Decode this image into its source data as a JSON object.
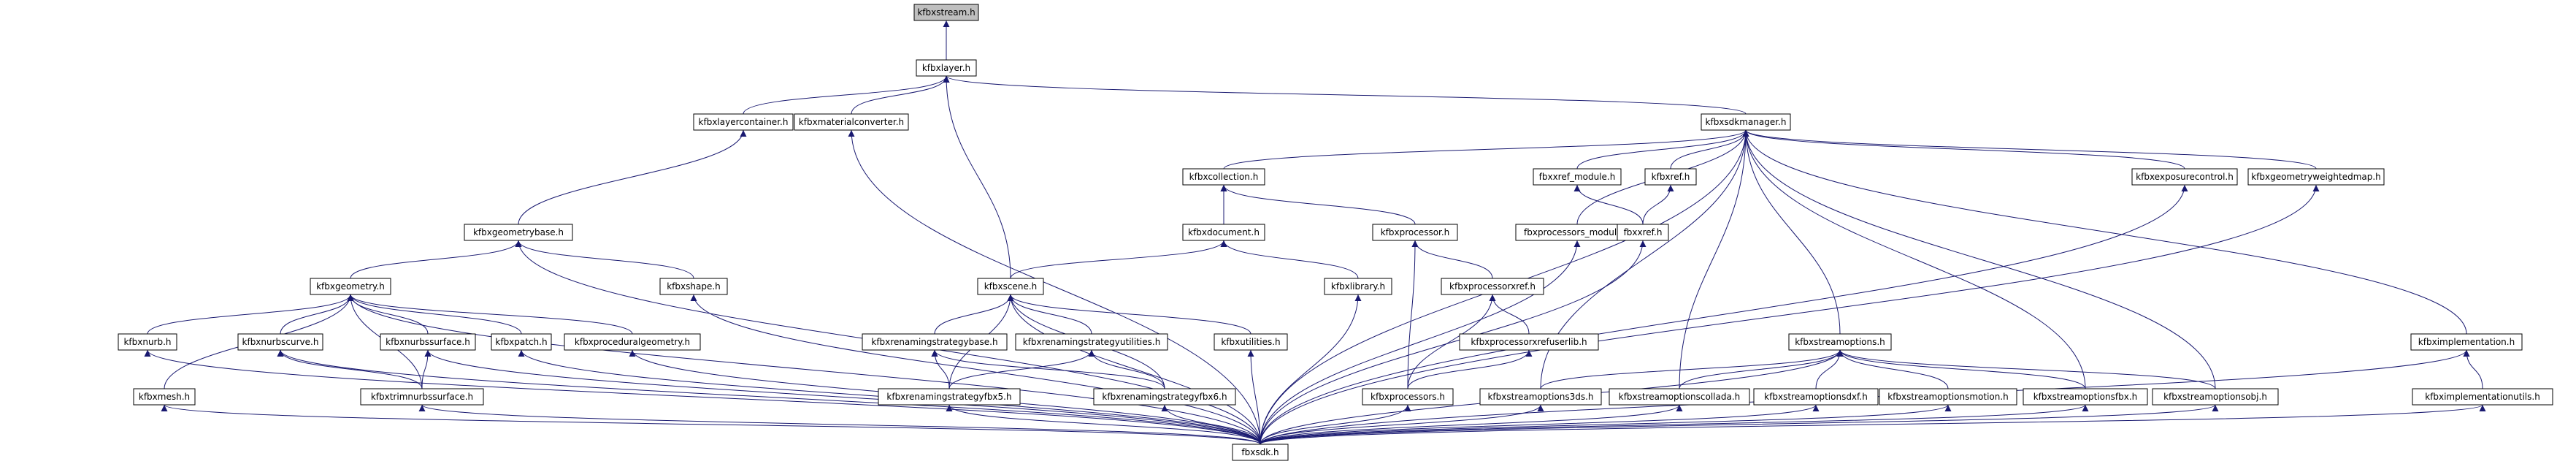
{
  "colors": {
    "node_fill": "#ffffff",
    "root_fill": "#bfbfbf",
    "edge": "#191970",
    "background": "#ffffff"
  },
  "nodes": [
    {
      "id": "kfbxstream",
      "label": "kfbxstream.h",
      "root": true
    },
    {
      "id": "kfbxlayer",
      "label": "kfbxlayer.h"
    },
    {
      "id": "kfbxlayercontainer",
      "label": "kfbxlayercontainer.h"
    },
    {
      "id": "kfbxmaterialconverter",
      "label": "kfbxmaterialconverter.h"
    },
    {
      "id": "kfbxsdkmanager",
      "label": "kfbxsdkmanager.h"
    },
    {
      "id": "kfbxcollection",
      "label": "kfbxcollection.h"
    },
    {
      "id": "fbxxref_module",
      "label": "fbxxref_module.h"
    },
    {
      "id": "kfbxref",
      "label": "kfbxref.h"
    },
    {
      "id": "kfbxexposurecontrol",
      "label": "kfbxexposurecontrol.h"
    },
    {
      "id": "kfbxgeometryweightedmap",
      "label": "kfbxgeometryweightedmap.h"
    },
    {
      "id": "kfbxgeometrybase",
      "label": "kfbxgeometrybase.h"
    },
    {
      "id": "kfbxdocument",
      "label": "kfbxdocument.h"
    },
    {
      "id": "kfbxprocessor",
      "label": "kfbxprocessor.h"
    },
    {
      "id": "fbxprocessors_module",
      "label": "fbxprocessors_module.h"
    },
    {
      "id": "fbxxref",
      "label": "fbxxref.h"
    },
    {
      "id": "kfbxgeometry",
      "label": "kfbxgeometry.h"
    },
    {
      "id": "kfbxshape",
      "label": "kfbxshape.h"
    },
    {
      "id": "kfbxscene",
      "label": "kfbxscene.h"
    },
    {
      "id": "kfbxlibrary",
      "label": "kfbxlibrary.h"
    },
    {
      "id": "kfbxprocessorxref",
      "label": "kfbxprocessorxref.h"
    },
    {
      "id": "kfbxnurb",
      "label": "kfbxnurb.h"
    },
    {
      "id": "kfbxnurbscurve",
      "label": "kfbxnurbscurve.h"
    },
    {
      "id": "kfbxnurbssurface",
      "label": "kfbxnurbssurface.h"
    },
    {
      "id": "kfbxpatch",
      "label": "kfbxpatch.h"
    },
    {
      "id": "kfbxproceduralgeometry",
      "label": "kfbxproceduralgeometry.h"
    },
    {
      "id": "kfbxrenamingstrategybase",
      "label": "kfbxrenamingstrategybase.h"
    },
    {
      "id": "kfbxrenamingstrategyutilities",
      "label": "kfbxrenamingstrategyutilities.h"
    },
    {
      "id": "kfbxutilities",
      "label": "kfbxutilities.h"
    },
    {
      "id": "kfbxprocessorxrefuserlib",
      "label": "kfbxprocessorxrefuserlib.h"
    },
    {
      "id": "kfbxstreamoptions",
      "label": "kfbxstreamoptions.h"
    },
    {
      "id": "kfbximplementation",
      "label": "kfbximplementation.h"
    },
    {
      "id": "kfbxmesh",
      "label": "kfbxmesh.h"
    },
    {
      "id": "kfbxtrimnurbssurface",
      "label": "kfbxtrimnurbssurface.h"
    },
    {
      "id": "kfbxrenamingstrategyfbx5",
      "label": "kfbxrenamingstrategyfbx5.h"
    },
    {
      "id": "kfbxrenamingstrategyfbx6",
      "label": "kfbxrenamingstrategyfbx6.h"
    },
    {
      "id": "kfbxprocessors",
      "label": "kfbxprocessors.h"
    },
    {
      "id": "kfbxstreamoptions3ds",
      "label": "kfbxstreamoptions3ds.h"
    },
    {
      "id": "kfbxstreamoptionscollada",
      "label": "kfbxstreamoptionscollada.h"
    },
    {
      "id": "kfbxstreamoptionsdxf",
      "label": "kfbxstreamoptionsdxf.h"
    },
    {
      "id": "kfbxstreamoptionsmotion",
      "label": "kfbxstreamoptionsmotion.h"
    },
    {
      "id": "kfbxstreamoptionsfbx",
      "label": "kfbxstreamoptionsfbx.h"
    },
    {
      "id": "kfbxstreamoptionsobj",
      "label": "kfbxstreamoptionsobj.h"
    },
    {
      "id": "kfbximplementationutils",
      "label": "kfbximplementationutils.h"
    },
    {
      "id": "fbxsdk",
      "label": "fbxsdk.h"
    }
  ],
  "edges": [
    [
      "kfbxlayer",
      "kfbxstream"
    ],
    [
      "kfbxlayercontainer",
      "kfbxlayer"
    ],
    [
      "kfbxmaterialconverter",
      "kfbxlayer"
    ],
    [
      "kfbxsdkmanager",
      "kfbxlayer"
    ],
    [
      "kfbxscene",
      "kfbxlayer"
    ],
    [
      "kfbxgeometrybase",
      "kfbxlayercontainer"
    ],
    [
      "fbxsdk",
      "kfbxmaterialconverter"
    ],
    [
      "kfbxcollection",
      "kfbxsdkmanager"
    ],
    [
      "fbxxref_module",
      "kfbxsdkmanager"
    ],
    [
      "kfbxref",
      "kfbxsdkmanager"
    ],
    [
      "kfbxexposurecontrol",
      "kfbxsdkmanager"
    ],
    [
      "kfbxgeometryweightedmap",
      "kfbxsdkmanager"
    ],
    [
      "kfbximplementation",
      "kfbxsdkmanager"
    ],
    [
      "fbxprocessors_module",
      "kfbxsdkmanager"
    ],
    [
      "kfbxstreamoptions",
      "kfbxsdkmanager"
    ],
    [
      "fbxsdk",
      "kfbxsdkmanager"
    ],
    [
      "kfbxstreamoptions3ds",
      "kfbxsdkmanager"
    ],
    [
      "kfbxstreamoptionscollada",
      "kfbxsdkmanager"
    ],
    [
      "kfbxstreamoptionsfbx",
      "kfbxsdkmanager"
    ],
    [
      "kfbxstreamoptionsobj",
      "kfbxsdkmanager"
    ],
    [
      "kfbxdocument",
      "kfbxcollection"
    ],
    [
      "kfbxprocessor",
      "kfbxcollection"
    ],
    [
      "fbxxref",
      "fbxxref_module"
    ],
    [
      "fbxxref",
      "kfbxref"
    ],
    [
      "fbxsdk",
      "kfbxexposurecontrol"
    ],
    [
      "fbxsdk",
      "kfbxgeometryweightedmap"
    ],
    [
      "kfbxgeometry",
      "kfbxgeometrybase"
    ],
    [
      "kfbxshape",
      "kfbxgeometrybase"
    ],
    [
      "fbxsdk",
      "kfbxgeometrybase"
    ],
    [
      "kfbxscene",
      "kfbxdocument"
    ],
    [
      "kfbxlibrary",
      "kfbxdocument"
    ],
    [
      "kfbxprocessorxref",
      "kfbxprocessor"
    ],
    [
      "kfbxprocessors",
      "kfbxprocessor"
    ],
    [
      "fbxsdk",
      "fbxprocessors_module"
    ],
    [
      "fbxsdk",
      "fbxxref"
    ],
    [
      "kfbxnurb",
      "kfbxgeometry"
    ],
    [
      "kfbxnurbscurve",
      "kfbxgeometry"
    ],
    [
      "kfbxnurbssurface",
      "kfbxgeometry"
    ],
    [
      "kfbxpatch",
      "kfbxgeometry"
    ],
    [
      "kfbxproceduralgeometry",
      "kfbxgeometry"
    ],
    [
      "kfbxmesh",
      "kfbxgeometry"
    ],
    [
      "kfbxtrimnurbssurface",
      "kfbxgeometry"
    ],
    [
      "fbxsdk",
      "kfbxgeometry"
    ],
    [
      "fbxsdk",
      "kfbxshape"
    ],
    [
      "kfbxrenamingstrategybase",
      "kfbxscene"
    ],
    [
      "kfbxrenamingstrategyutilities",
      "kfbxscene"
    ],
    [
      "kfbxutilities",
      "kfbxscene"
    ],
    [
      "kfbxrenamingstrategyfbx5",
      "kfbxscene"
    ],
    [
      "kfbxrenamingstrategyfbx6",
      "kfbxscene"
    ],
    [
      "fbxsdk",
      "kfbxscene"
    ],
    [
      "fbxsdk",
      "kfbxlibrary"
    ],
    [
      "kfbxprocessorxrefuserlib",
      "kfbxprocessorxref"
    ],
    [
      "kfbxprocessors",
      "kfbxprocessorxref"
    ],
    [
      "kfbxprocessors",
      "kfbxprocessorxrefuserlib"
    ],
    [
      "fbxsdk",
      "kfbxnurb"
    ],
    [
      "fbxsdk",
      "kfbxnurbscurve"
    ],
    [
      "kfbxtrimnurbssurface",
      "kfbxnurbscurve"
    ],
    [
      "kfbxtrimnurbssurface",
      "kfbxnurbssurface"
    ],
    [
      "fbxsdk",
      "kfbxnurbssurface"
    ],
    [
      "fbxsdk",
      "kfbxpatch"
    ],
    [
      "fbxsdk",
      "kfbxproceduralgeometry"
    ],
    [
      "kfbxrenamingstrategyfbx5",
      "kfbxrenamingstrategybase"
    ],
    [
      "kfbxrenamingstrategyfbx6",
      "kfbxrenamingstrategybase"
    ],
    [
      "kfbxrenamingstrategyfbx5",
      "kfbxrenamingstrategyutilities"
    ],
    [
      "kfbxrenamingstrategyfbx6",
      "kfbxrenamingstrategyutilities"
    ],
    [
      "fbxsdk",
      "kfbxutilities"
    ],
    [
      "kfbxstreamoptions3ds",
      "kfbxstreamoptions"
    ],
    [
      "kfbxstreamoptionscollada",
      "kfbxstreamoptions"
    ],
    [
      "kfbxstreamoptionsdxf",
      "kfbxstreamoptions"
    ],
    [
      "kfbxstreamoptionsmotion",
      "kfbxstreamoptions"
    ],
    [
      "kfbxstreamoptionsfbx",
      "kfbxstreamoptions"
    ],
    [
      "kfbxstreamoptionsobj",
      "kfbxstreamoptions"
    ],
    [
      "fbxsdk",
      "kfbxstreamoptions"
    ],
    [
      "kfbximplementationutils",
      "kfbximplementation"
    ],
    [
      "fbxsdk",
      "kfbximplementation"
    ],
    [
      "fbxsdk",
      "kfbxmesh"
    ],
    [
      "fbxsdk",
      "kfbxtrimnurbssurface"
    ],
    [
      "fbxsdk",
      "kfbxrenamingstrategyfbx5"
    ],
    [
      "fbxsdk",
      "kfbxrenamingstrategyfbx6"
    ],
    [
      "fbxsdk",
      "kfbxprocessors"
    ],
    [
      "fbxsdk",
      "kfbxstreamoptions3ds"
    ],
    [
      "fbxsdk",
      "kfbxstreamoptionscollada"
    ],
    [
      "fbxsdk",
      "kfbxstreamoptionsdxf"
    ],
    [
      "fbxsdk",
      "kfbxstreamoptionsmotion"
    ],
    [
      "fbxsdk",
      "kfbxstreamoptionsfbx"
    ],
    [
      "fbxsdk",
      "kfbxstreamoptionsobj"
    ],
    [
      "fbxsdk",
      "kfbximplementationutils"
    ]
  ]
}
